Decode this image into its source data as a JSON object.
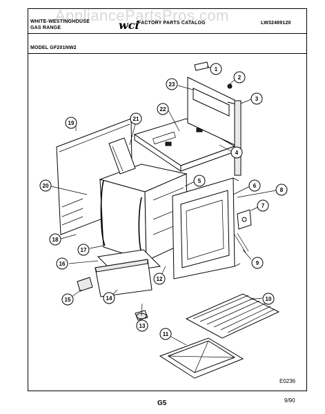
{
  "watermark": "AppliancePartsPros.com",
  "header": {
    "brand_line1": "WHITE-WESTINGHOUSE",
    "brand_line2": "GAS RANGE",
    "logo": "wci",
    "catalog_title": "FACTORY PARTS CATALOG",
    "catalog_number": "LW32489120"
  },
  "model_label": "MODEL GF201NW2",
  "diagram_code": "E0236",
  "page_label": "G5",
  "date_code": "9/90",
  "callouts": [
    "1",
    "2",
    "3",
    "4",
    "5",
    "6",
    "7",
    "8",
    "9",
    "10",
    "11",
    "12",
    "13",
    "14",
    "15",
    "16",
    "17",
    "18",
    "19",
    "20",
    "21",
    "22",
    "23"
  ]
}
